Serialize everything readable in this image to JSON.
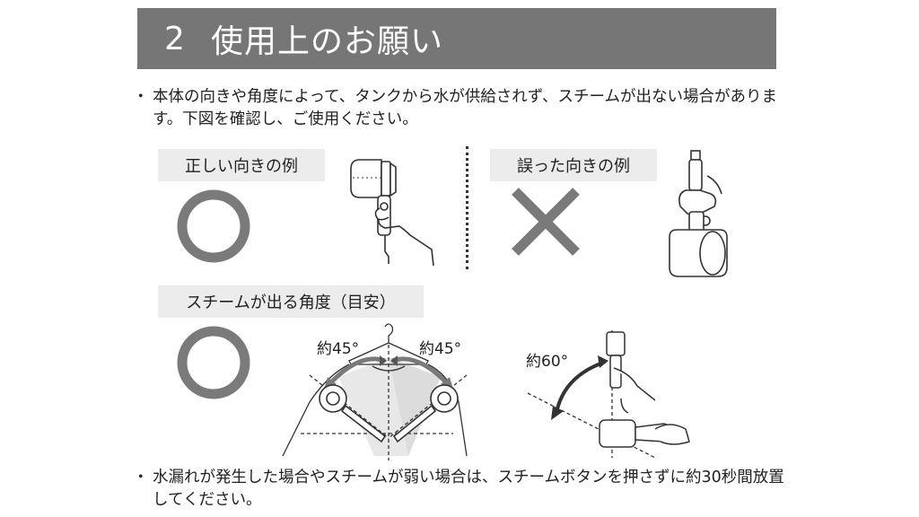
{
  "header": {
    "number": "2",
    "title": "使用上のお願い"
  },
  "bullets": {
    "marker": "・",
    "first": "本体の向きや角度によって、タンクから水が供給されず、スチームが出ない場合があります。下図を確認し、ご使用ください。",
    "second": "水漏れが発生した場合やスチームが弱い場合は、スチームボタンを押さずに約30秒間放置してください。"
  },
  "labels": {
    "correct": "正しい向きの例",
    "wrong": "誤った向きの例",
    "angle": "スチームが出る角度（目安）"
  },
  "angles": {
    "left": "約45°",
    "right": "約45°",
    "vertical": "約60°"
  },
  "colors": {
    "header_bg": "#767676",
    "label_bg": "#ececec",
    "symbol": "#7a7a7a",
    "line": "#333333"
  }
}
